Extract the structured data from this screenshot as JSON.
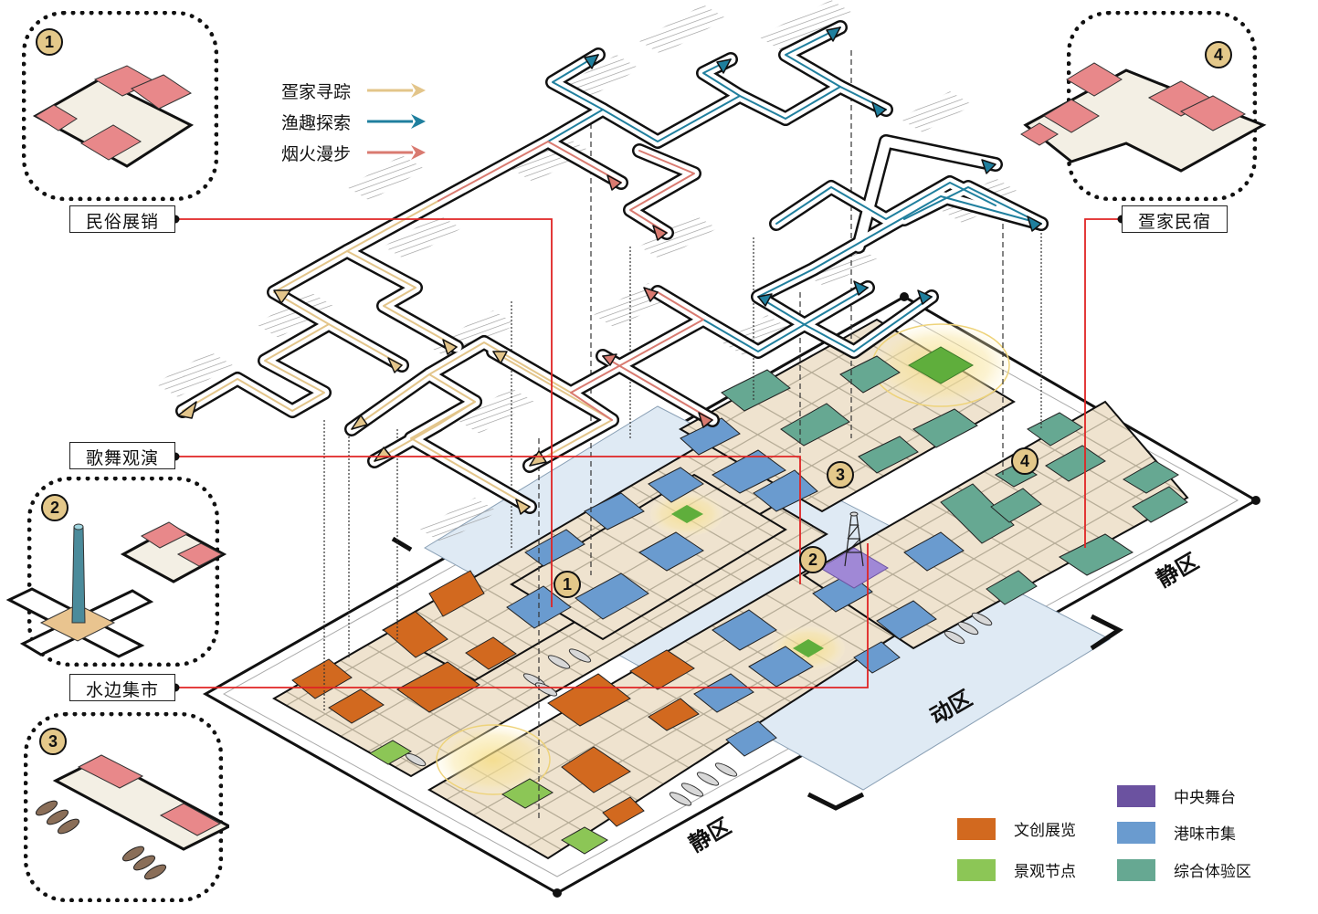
{
  "route_legend": [
    {
      "label": "疍家寻踪",
      "color": "#e3c58a"
    },
    {
      "label": "渔趣探索",
      "color": "#1f7f9e"
    },
    {
      "label": "烟火漫步",
      "color": "#d97a70"
    }
  ],
  "function_labels": {
    "folk": "民俗展销",
    "song": "歌舞观演",
    "market": "水边集市",
    "homestay": "疍家民宿"
  },
  "callouts": [
    {
      "number": "1",
      "subject": "folk exhibition houses"
    },
    {
      "number": "2",
      "subject": "central tower stage and house"
    },
    {
      "number": "3",
      "subject": "waterside market hall with boats"
    },
    {
      "number": "4",
      "subject": "homestay houses"
    }
  ],
  "map_markers": [
    "1",
    "2",
    "3",
    "4"
  ],
  "zones": {
    "quiet_left": "静区",
    "quiet_right": "静区",
    "active": "动区"
  },
  "zone_legend": [
    {
      "label": "中央舞台",
      "color": "#6b52a0"
    },
    {
      "label": "文创展览",
      "color": "#d2691f"
    },
    {
      "label": "港味市集",
      "color": "#6a9bcf"
    },
    {
      "label": "景观节点",
      "color": "#8cc656"
    },
    {
      "label": "综合体验区",
      "color": "#66a892"
    }
  ],
  "colors": {
    "connector": "#e02424",
    "water": "#dfeaf4",
    "deck": "#efe3cf",
    "roof": "#e8888a"
  }
}
